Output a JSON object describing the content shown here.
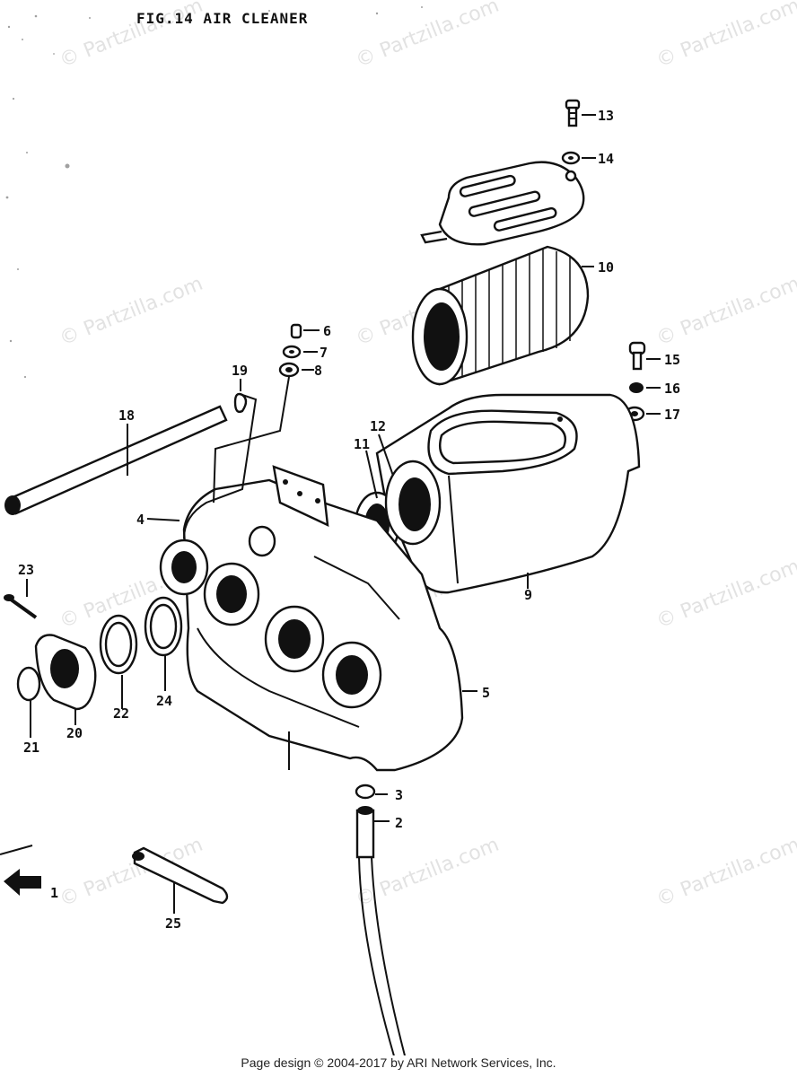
{
  "title": "FIG.14  AIR CLEANER",
  "watermark": "© Partzilla.com",
  "footer": "Page design © 2004-2017 by ARI Network Services, Inc.",
  "callouts": [
    {
      "id": "1",
      "label": "1"
    },
    {
      "id": "2",
      "label": "2"
    },
    {
      "id": "3",
      "label": "3"
    },
    {
      "id": "4",
      "label": "4"
    },
    {
      "id": "5",
      "label": "5"
    },
    {
      "id": "6",
      "label": "6"
    },
    {
      "id": "7",
      "label": "7"
    },
    {
      "id": "8",
      "label": "8"
    },
    {
      "id": "9",
      "label": "9"
    },
    {
      "id": "10",
      "label": "10"
    },
    {
      "id": "11",
      "label": "11"
    },
    {
      "id": "12",
      "label": "12"
    },
    {
      "id": "13",
      "label": "13"
    },
    {
      "id": "14",
      "label": "14"
    },
    {
      "id": "15",
      "label": "15"
    },
    {
      "id": "16",
      "label": "16"
    },
    {
      "id": "17",
      "label": "17"
    },
    {
      "id": "18",
      "label": "18"
    },
    {
      "id": "19",
      "label": "19"
    },
    {
      "id": "20",
      "label": "20"
    },
    {
      "id": "21",
      "label": "21"
    },
    {
      "id": "22",
      "label": "22"
    },
    {
      "id": "23",
      "label": "23"
    },
    {
      "id": "24",
      "label": "24"
    },
    {
      "id": "25",
      "label": "25"
    }
  ]
}
